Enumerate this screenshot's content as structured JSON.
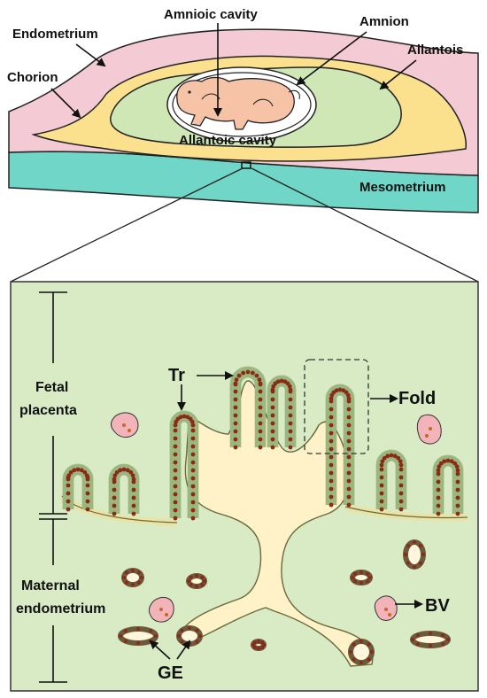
{
  "labels": {
    "amnioic_cavity": "Amnioic cavity",
    "amnion": "Amnion",
    "endometrium": "Endometrium",
    "allantois": "Allantois",
    "chorion": "Chorion",
    "allantoic_cavity": "Allantoic cavity",
    "mesometrium": "Mesometrium",
    "tr": "Tr",
    "fold": "Fold",
    "fetal_placenta_line1": "Fetal",
    "fetal_placenta_line2": "placenta",
    "maternal_endometrium_line1": "Maternal",
    "maternal_endometrium_line2": "endometrium",
    "bv": "BV",
    "ge": "GE"
  },
  "colors": {
    "endometrium": "#f4cbd4",
    "chorion_allantois": "#fbe08e",
    "allantoic_cavity": "#cfe6b5",
    "mesometrium": "#6fd6c8",
    "fetus": "#f6c3a6",
    "inset_background": "#d8ebc5",
    "stroma": "#fff1c8",
    "cell_fill": "#9bb77c",
    "nucleus": "#8b2a1a",
    "vessel_fill": "#f2b4b8"
  }
}
